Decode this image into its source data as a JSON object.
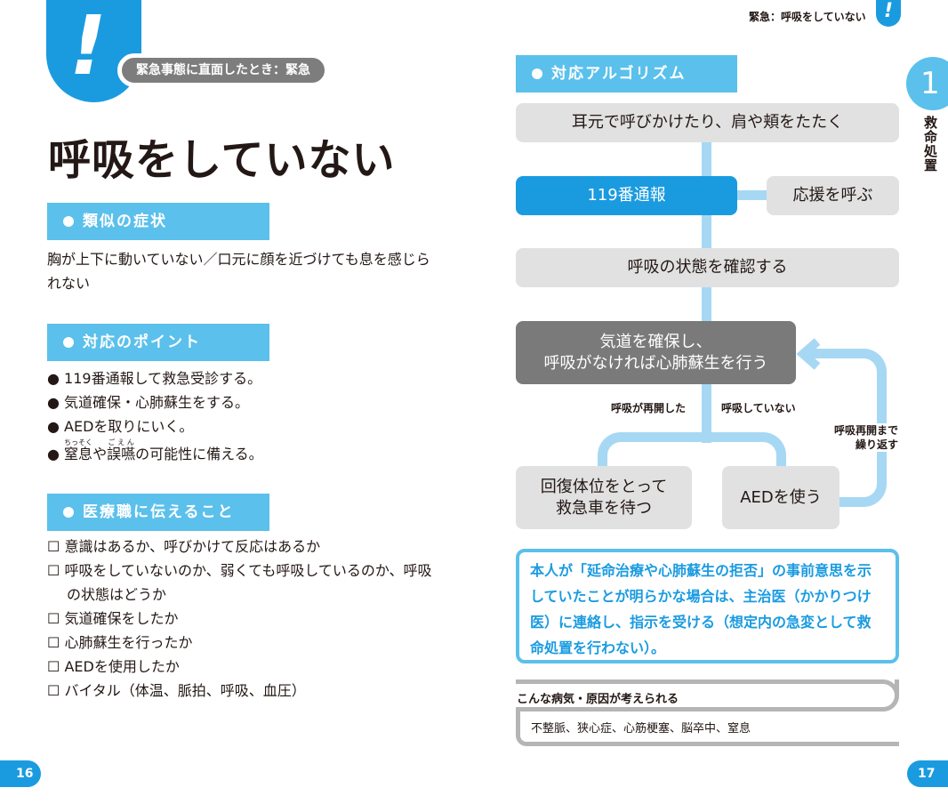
{
  "left_page": {
    "category_pill": "緊急事態に直面したとき：緊急",
    "title": "呼吸をしていない",
    "sections": [
      {
        "heading": "類似の症状",
        "text": "胸が上下に動いていない／口元に顔を近づけても息を感じられない"
      },
      {
        "heading": "対応のポイント",
        "bullets": [
          "119番通報して救急受診する。",
          "気道確保・心肺蘇生をする。",
          "AEDを取りにいく。"
        ],
        "last_bullet": {
          "w1": "窒息",
          "r1": "ちっそく",
          "mid": "や",
          "w2": "誤嚥",
          "r2": "ごえん",
          "rest": "の可能性に備える。"
        }
      },
      {
        "heading": "医療職に伝えること",
        "checklist": [
          "意識はあるか、呼びかけて反応はあるか",
          "呼吸をしていないのか、弱くても呼吸しているのか、呼吸の状態はどうか",
          "気道確保をしたか",
          "心肺蘇生を行ったか",
          "AEDを使用したか",
          "バイタル（体温、脈拍、呼吸、血圧）"
        ]
      }
    ],
    "page_number": "16"
  },
  "right_page": {
    "running_header": "緊急：呼吸をしていない",
    "chapter_number": "1",
    "chapter_title": "救命処置",
    "algorithm_heading": "対応アルゴリズム",
    "flow": {
      "step1": "耳元で呼びかけたり、肩や頬をたたく",
      "call119": "119番通報",
      "call_help": "応援を呼ぶ",
      "check": "呼吸の状態を確認する",
      "cpr_line1": "気道を確保し、",
      "cpr_line2": "呼吸がなければ心肺蘇生を行う",
      "branch_yes": "呼吸が再開した",
      "branch_no": "呼吸していない",
      "loop_line1": "呼吸再開まで",
      "loop_line2": "繰り返す",
      "recovery_line1": "回復体位をとって",
      "recovery_line2": "救急車を待つ",
      "aed": "AEDを使う"
    },
    "note": "本人が「延命治療や心肺蘇生の拒否」の事前意思を示していたことが明らかな場合は、主治医（かかりつけ医）に連絡し、指示を受ける（想定内の急変として救命処置を行わない）。",
    "causes_heading": "こんな病気・原因が考えられる",
    "causes": "不整脈、狭心症、心筋梗塞、脳卒中、窒息",
    "page_number": "17"
  },
  "colors": {
    "accent": "#1a9be0",
    "section": "#5bc0eb",
    "connector": "#a6d8f4",
    "box": "#e1e1e1",
    "dark_box": "#7a7a7a"
  }
}
